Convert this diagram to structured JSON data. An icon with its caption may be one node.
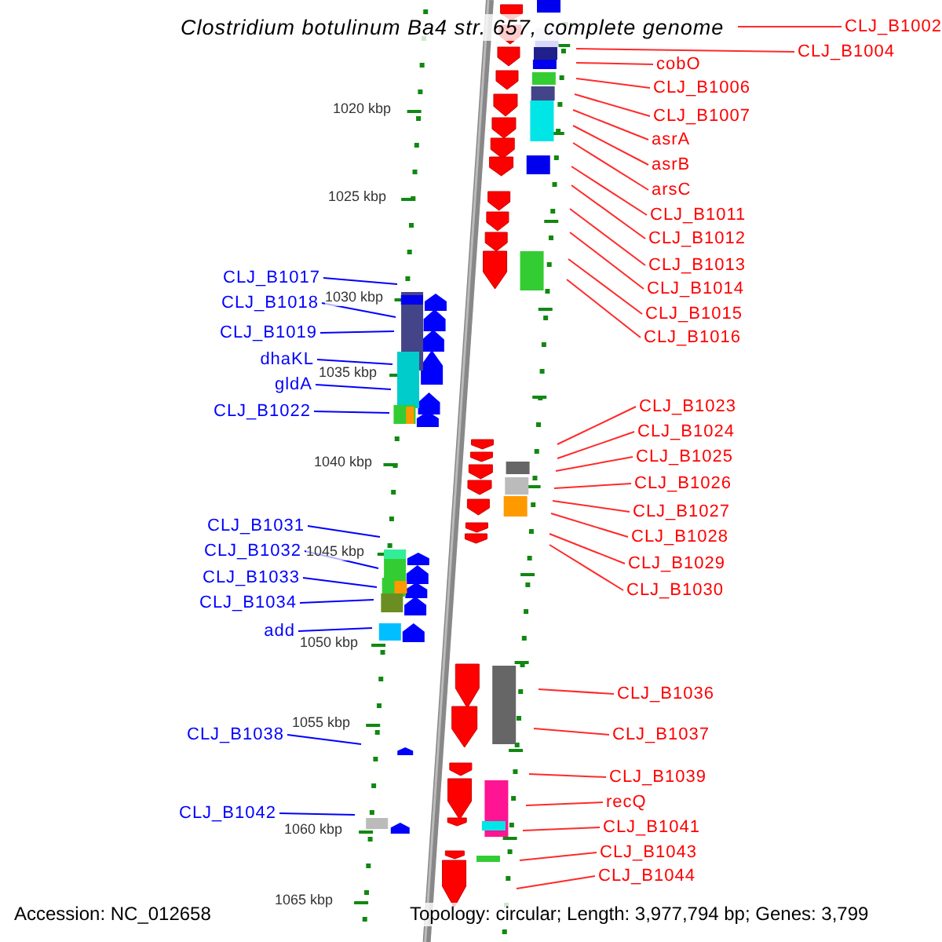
{
  "diagram": {
    "title": "Clostridium botulinum Ba4 str. 657, complete genome",
    "nodes": [
      {
        "text": [
          "CLJ_B1002"
        ]
      },
      {
        "text": [
          "CLJ_B1004"
        ]
      },
      {
        "text": [
          "cobO"
        ]
      },
      {
        "text": [
          "CLJ_B1006"
        ]
      },
      {
        "text": [
          "CLJ_B1007"
        ]
      },
      {
        "text": [
          "asrA"
        ]
      },
      {
        "text": [
          "asrB"
        ]
      },
      {
        "text": [
          "arsC"
        ]
      },
      {
        "text": [
          "CLJ_B1011"
        ]
      },
      {
        "text": [
          "CLJ_B1012"
        ]
      },
      {
        "text": [
          "CLJ_B1013"
        ]
      },
      {
        "text": [
          "CLJ_B1014"
        ]
      },
      {
        "text": [
          "CLJ_B1015"
        ]
      },
      {
        "text": [
          "CLJ_B1016"
        ]
      },
      {
        "text": [
          "CLJ_B1017"
        ]
      },
      {
        "text": [
          "CLJ_B1018"
        ]
      },
      {
        "text": [
          "CLJ_B1019"
        ]
      },
      {
        "text": [
          "dhaKL"
        ]
      },
      {
        "text": [
          "gldA"
        ]
      },
      {
        "text": [
          "CLJ_B1022"
        ]
      },
      {
        "text": [
          "CLJ_B1023"
        ]
      },
      {
        "text": [
          "CLJ_B1024"
        ]
      },
      {
        "text": [
          "CLJ_B1025"
        ]
      },
      {
        "text": [
          "CLJ_B1026"
        ]
      },
      {
        "text": [
          "CLJ_B1027"
        ]
      },
      {
        "text": [
          "CLJ_B1028"
        ]
      },
      {
        "text": [
          "CLJ_B1029"
        ]
      },
      {
        "text": [
          "CLJ_B1030"
        ]
      },
      {
        "text": [
          "CLJ_B1031"
        ]
      },
      {
        "text": [
          "CLJ_B1032"
        ]
      },
      {
        "text": [
          "CLJ_B1033"
        ]
      },
      {
        "text": [
          "CLJ_B1034"
        ]
      },
      {
        "text": [
          "add"
        ]
      },
      {
        "text": [
          "CLJ_B1036"
        ]
      },
      {
        "text": [
          "CLJ_B1037"
        ]
      },
      {
        "text": [
          "CLJ_B1038"
        ]
      },
      {
        "text": [
          "CLJ_B1039"
        ]
      },
      {
        "text": [
          "recQ"
        ]
      },
      {
        "text": [
          "CLJ_B1041"
        ]
      },
      {
        "text": [
          "CLJ_B1042"
        ]
      },
      {
        "text": [
          "CLJ_B1043"
        ]
      },
      {
        "text": [
          "CLJ_B1044"
        ]
      }
    ],
    "edges": [
      {
        "from": 0,
        "to": null,
        "arrow": "none"
      },
      {
        "from": 1,
        "to": null,
        "arrow": "none"
      },
      {
        "from": 2,
        "to": null,
        "arrow": "none"
      },
      {
        "from": 3,
        "to": null,
        "arrow": "none"
      },
      {
        "from": 4,
        "to": null,
        "arrow": "none"
      },
      {
        "from": 5,
        "to": null,
        "arrow": "none"
      },
      {
        "from": 6,
        "to": null,
        "arrow": "none"
      },
      {
        "from": 7,
        "to": null,
        "arrow": "none"
      },
      {
        "from": 8,
        "to": null,
        "arrow": "none"
      },
      {
        "from": 9,
        "to": null,
        "arrow": "none"
      },
      {
        "from": 10,
        "to": null,
        "arrow": "none"
      },
      {
        "from": 11,
        "to": null,
        "arrow": "none"
      },
      {
        "from": 12,
        "to": null,
        "arrow": "none"
      },
      {
        "from": 13,
        "to": null,
        "arrow": "none"
      },
      {
        "from": 14,
        "to": null,
        "arrow": "none",
        "color": "#0000ff"
      },
      {
        "from": 15,
        "to": null,
        "arrow": "none",
        "color": "#0000ff"
      },
      {
        "from": 16,
        "to": null,
        "arrow": "none",
        "color": "#0000ff"
      },
      {
        "from": 17,
        "to": null,
        "arrow": "none",
        "color": "#0000ff"
      },
      {
        "from": 18,
        "to": null,
        "arrow": "none",
        "color": "#0000ff"
      },
      {
        "from": 19,
        "to": null,
        "arrow": "none",
        "color": "#0000ff"
      },
      {
        "from": 20,
        "to": null,
        "arrow": "none"
      },
      {
        "from": 21,
        "to": null,
        "arrow": "none"
      },
      {
        "from": 22,
        "to": null,
        "arrow": "none"
      },
      {
        "from": 23,
        "to": null,
        "arrow": "none"
      },
      {
        "from": 24,
        "to": null,
        "arrow": "none"
      },
      {
        "from": 25,
        "to": null,
        "arrow": "none"
      },
      {
        "from": 26,
        "to": null,
        "arrow": "none"
      },
      {
        "from": 27,
        "to": null,
        "arrow": "none"
      },
      {
        "from": 28,
        "to": null,
        "arrow": "none",
        "color": "#0000ff"
      },
      {
        "from": 29,
        "to": null,
        "arrow": "none",
        "color": "#0000ff"
      },
      {
        "from": 30,
        "to": null,
        "arrow": "none",
        "color": "#0000ff"
      },
      {
        "from": 31,
        "to": null,
        "arrow": "none",
        "color": "#0000ff"
      },
      {
        "from": 32,
        "to": null,
        "arrow": "none",
        "color": "#0000ff"
      },
      {
        "from": 33,
        "to": null,
        "arrow": "none"
      },
      {
        "from": 34,
        "to": null,
        "arrow": "none"
      },
      {
        "from": 35,
        "to": null,
        "arrow": "none",
        "color": "#0000ff"
      },
      {
        "from": 36,
        "to": null,
        "arrow": "none"
      },
      {
        "from": 37,
        "to": null,
        "arrow": "none"
      },
      {
        "from": 38,
        "to": null,
        "arrow": "none"
      },
      {
        "from": 39,
        "to": null,
        "arrow": "none",
        "color": "#0000ff"
      },
      {
        "from": 40,
        "to": null,
        "arrow": "none"
      },
      {
        "from": 41,
        "to": null,
        "arrow": "none"
      }
    ],
    "labels": [
      "1020 kbp",
      "1025 kbp",
      "1030 kbp",
      "1035 kbp",
      "1040 kbp",
      "1045 kbp",
      "1050 kbp",
      "1055 kbp",
      "1060 kbp",
      "1065 kbp",
      "Accession: NC_012658",
      "Topology: circular; Length: 3,977,794 bp; Genes: 3,799"
    ]
  }
}
